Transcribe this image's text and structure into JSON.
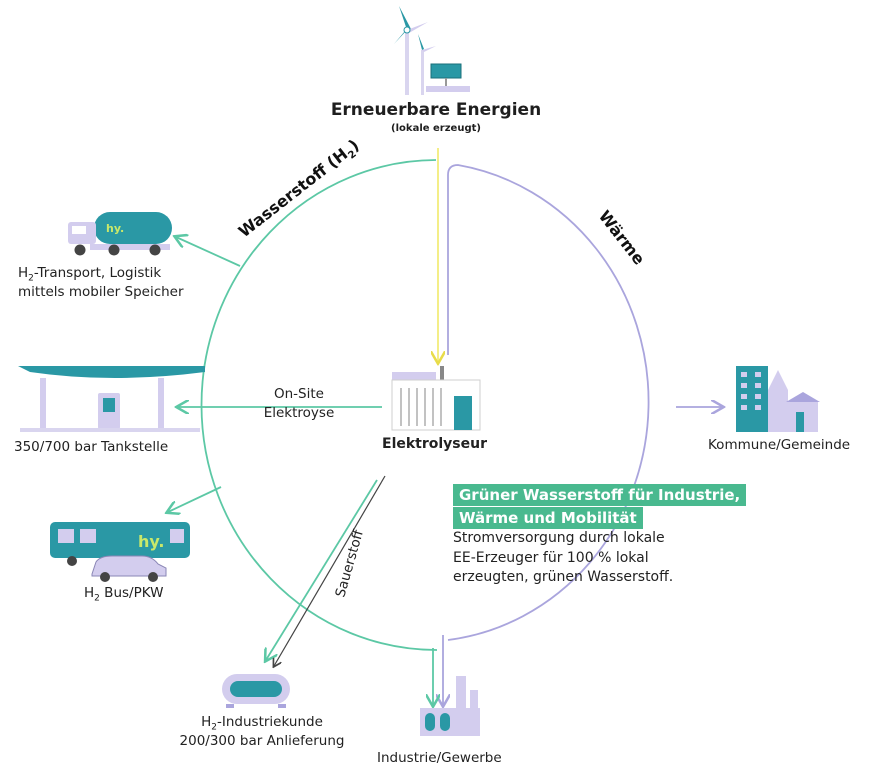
{
  "colors": {
    "hydrogen": "#5cc8a5",
    "heat": "#aaa5dd",
    "power": "#f3ec7a",
    "oxygen": "#444444",
    "icon_teal": "#2a98a5",
    "icon_lavender": "#d3cdee",
    "highlight_bg": "#49b98f"
  },
  "source": {
    "title": "Erneuerbare Energien",
    "subtitle": "(lokale erzeugt)",
    "icon": "wind-turbine-solar-icon"
  },
  "center": {
    "label": "Elektrolyseur",
    "icon": "electrolyser-building-icon"
  },
  "arc_labels": {
    "hydrogen": "Wasserstoff (H",
    "hydrogen_sub": "2",
    "hydrogen_end": ")",
    "heat": "Wärme",
    "oxygen": "Sauerstoff"
  },
  "onsite": {
    "line1": "On-Site",
    "line2": "Elektroyse"
  },
  "nodes": {
    "transport": {
      "line1_pre": "H",
      "line1_sub": "2",
      "line1_post": "-Transport, Logistik",
      "line2": "mittels mobiler Speicher",
      "icon": "hydrogen-truck-icon",
      "logo": "hy."
    },
    "station": {
      "label": "350/700 bar Tankstelle",
      "icon": "fuel-station-icon"
    },
    "bus": {
      "pre": "H",
      "sub": "2",
      "post": " Bus/PKW",
      "icon": "bus-car-icon",
      "logo": "hy."
    },
    "industry_customer": {
      "line1_pre": "H",
      "line1_sub": "2",
      "line1_post": "-Industriekunde",
      "line2": "200/300 bar Anlieferung",
      "icon": "gas-cylinder-icon"
    },
    "industry": {
      "label": "Industrie/Gewerbe",
      "icon": "factory-icon"
    },
    "community": {
      "label": "Kommune/Gemeinde",
      "icon": "town-buildings-icon"
    }
  },
  "highlight": {
    "line1": "Grüner Wasserstoff für Industrie,",
    "line2": "Wärme und Mobilität"
  },
  "description": {
    "line1": "Stromversorgung durch lokale",
    "line2": "EE-Erzeuger für 100 % lokal",
    "line3": "erzeugten, grünen Wasserstoff."
  }
}
